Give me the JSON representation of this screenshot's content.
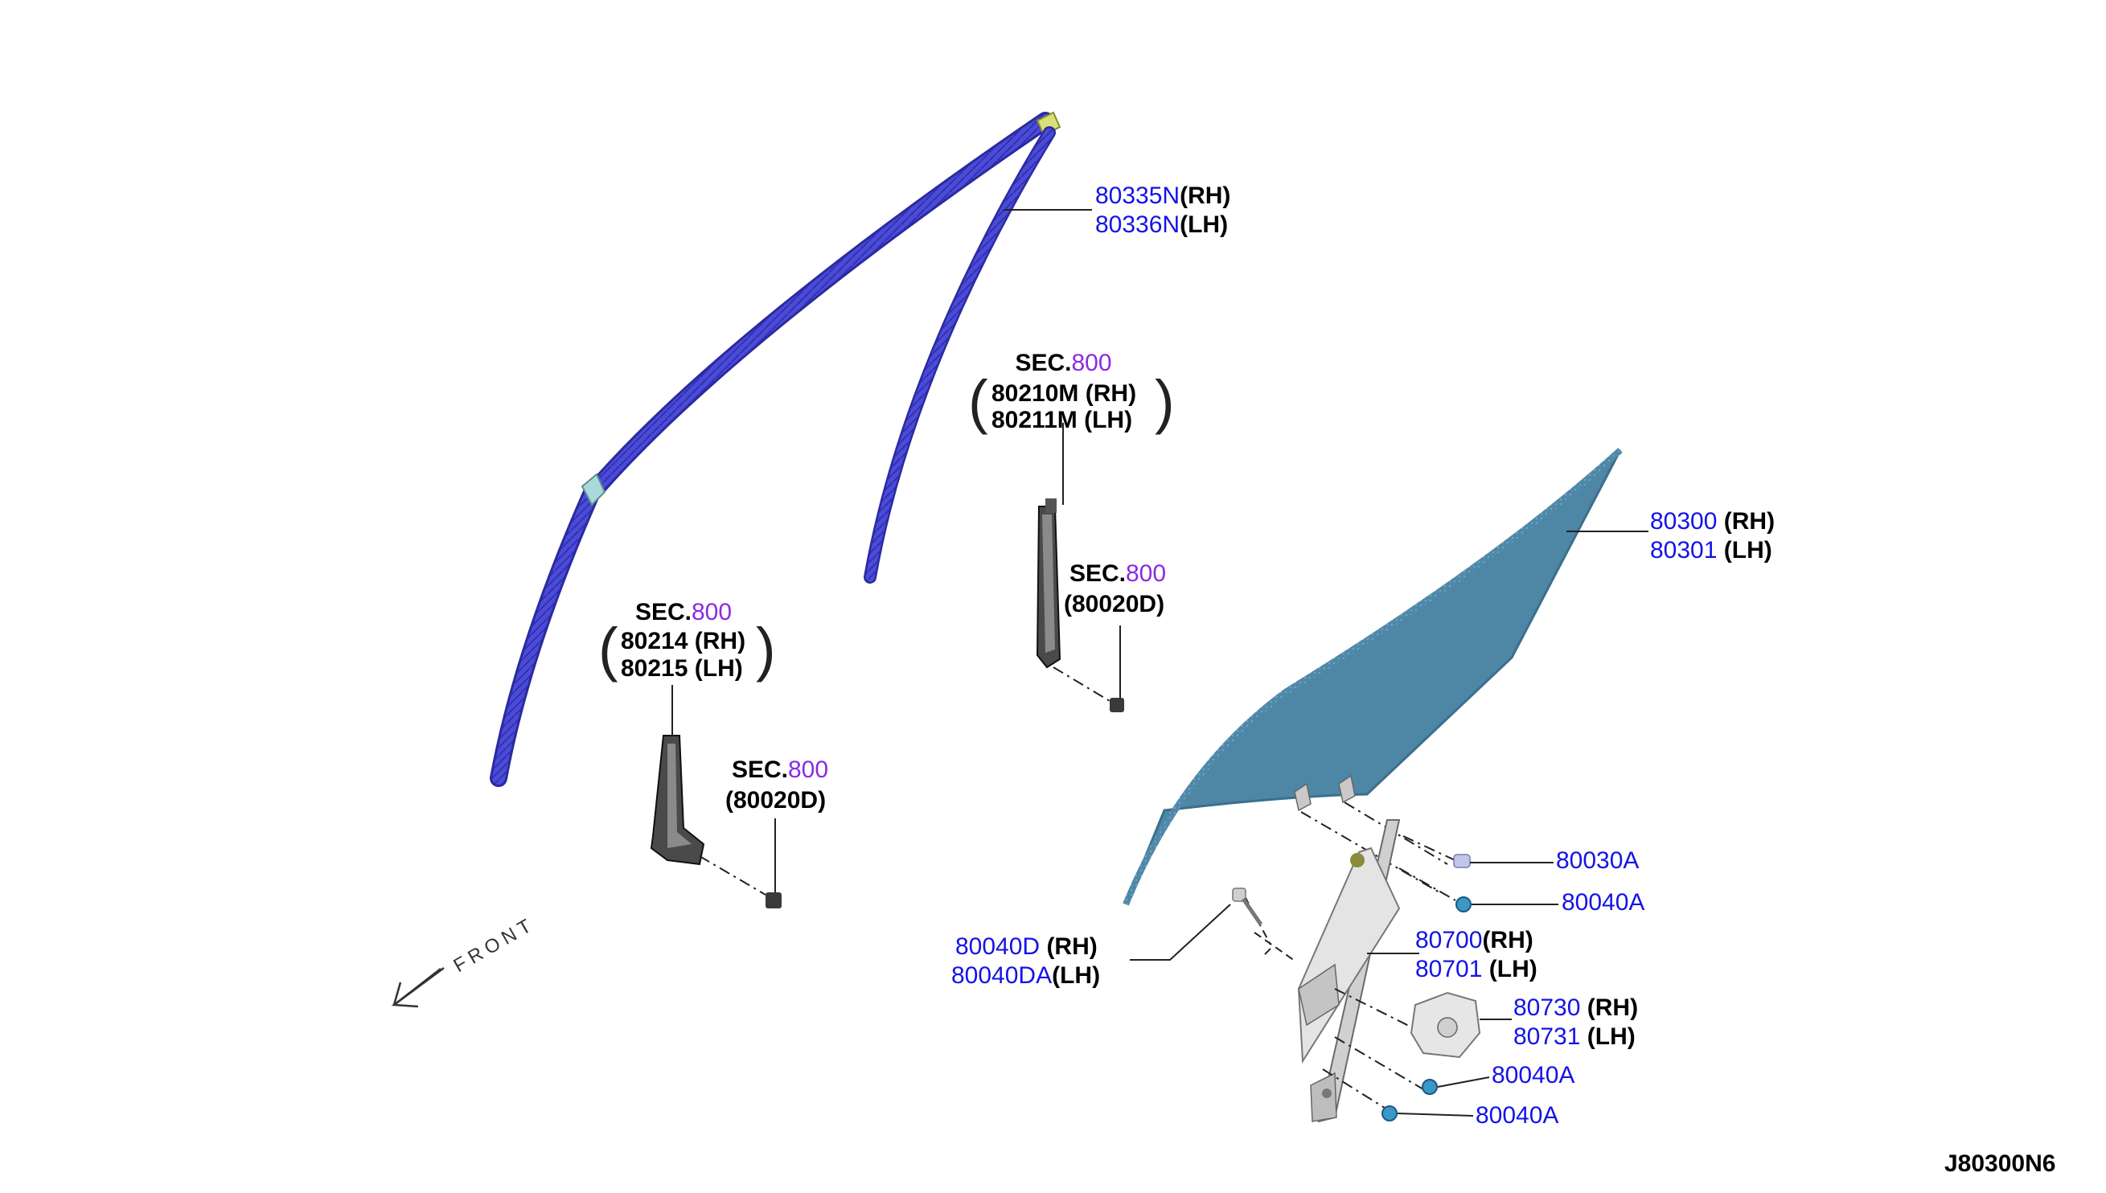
{
  "colors": {
    "part_number": "#1414e6",
    "section_number": "#8a2be2",
    "text": "#000000",
    "sash": "#4a4ad6",
    "glass": "#4e86a6",
    "regulator": "#d8d8d8"
  },
  "callouts": {
    "sash_rh_part": "80335N",
    "sash_rh_side": "(RH)",
    "sash_lh_part": "80336N",
    "sash_lh_side": "(LH)",
    "glass_rh_part": "80300",
    "glass_rh_side": "(RH)",
    "glass_lh_part": "80301",
    "glass_lh_side": "(LH)",
    "grommet_part": "80030A",
    "bolt_upper_part": "80040A",
    "regulator_rh_part": "80700",
    "regulator_rh_side": "(RH)",
    "regulator_lh_part": "80701",
    "regulator_lh_side": "(LH)",
    "motor_rh_part": "80730",
    "motor_rh_side": "(RH)",
    "motor_lh_part": "80731",
    "motor_lh_side": "(LH)",
    "bolt_mid_part": "80040A",
    "bolt_lower_part": "80040A",
    "stud_rh_part": "80040D",
    "stud_rh_side": "(RH)",
    "stud_lh_part": "80040DA",
    "stud_lh_side": "(LH)"
  },
  "sections": {
    "center_upper": {
      "prefix": "SEC.",
      "number": "800",
      "line1": "80210M (RH)",
      "line2": "80211M (LH)"
    },
    "center_lower": {
      "prefix": "SEC.",
      "number": "800",
      "line1": "(80020D)"
    },
    "left_upper": {
      "prefix": "SEC.",
      "number": "800",
      "line1": "80214 (RH)",
      "line2": "80215 (LH)"
    },
    "left_lower": {
      "prefix": "SEC.",
      "number": "800",
      "line1": "(80020D)"
    }
  },
  "front_label": "FRONT",
  "diagram_code": "J80300N6"
}
